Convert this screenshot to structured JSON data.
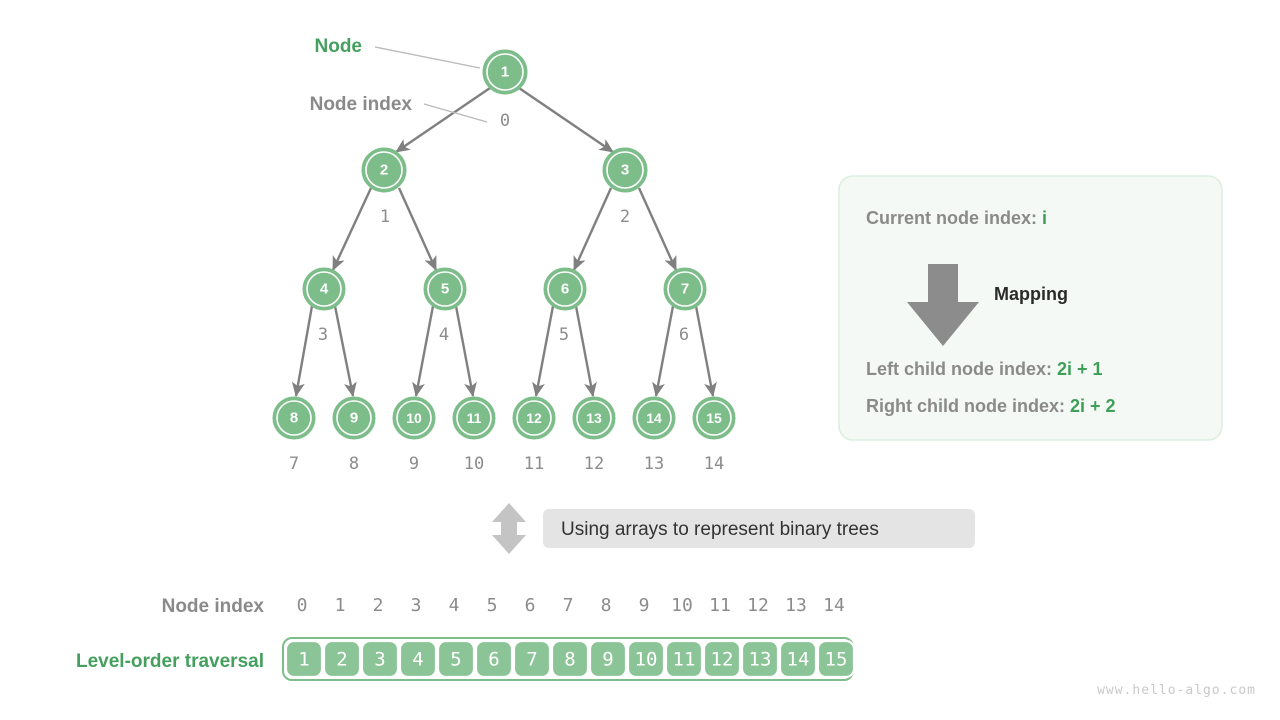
{
  "title": "Using arrays to represent binary trees",
  "colors": {
    "node_green": "#7cbd8a",
    "cell_green": "#8bc497",
    "label_green": "#45a05f",
    "value_green": "#3f9e58",
    "gray_text": "#8a8a8a",
    "edge_gray": "#808080",
    "box_bg": "#f4f9f5",
    "box_border": "#ddeee1",
    "pill_bg": "#e4e4e4",
    "watermark": "#c9c9c9"
  },
  "callouts": {
    "node_label": "Node",
    "node_index_label": "Node index"
  },
  "tree": {
    "levels": [
      {
        "values": [
          "1"
        ],
        "indices": [
          "0"
        ]
      },
      {
        "values": [
          "2",
          "3"
        ],
        "indices": [
          "1",
          "2"
        ]
      },
      {
        "values": [
          "4",
          "5",
          "6",
          "7"
        ],
        "indices": [
          "3",
          "4",
          "5",
          "6"
        ]
      },
      {
        "values": [
          "8",
          "9",
          "10",
          "11",
          "12",
          "13",
          "14",
          "15"
        ],
        "indices": [
          "7",
          "8",
          "9",
          "10",
          "11",
          "12",
          "13",
          "14"
        ]
      }
    ]
  },
  "info_box": {
    "line1_prefix": "Current node index: ",
    "line1_value": "i",
    "mapping_label": "Mapping",
    "arrow_icon": "down-arrow-icon",
    "line2_prefix": "Left child node index: ",
    "line2_value": "2i + 1",
    "line3_prefix": "Right child node index: ",
    "line3_value": "2i + 2"
  },
  "caption": {
    "icon": "up-down-arrow-icon",
    "text": "Using arrays to represent binary trees"
  },
  "array_section": {
    "index_row_label": "Node index",
    "values_row_label": "Level-order traversal",
    "indices": [
      "0",
      "1",
      "2",
      "3",
      "4",
      "5",
      "6",
      "7",
      "8",
      "9",
      "10",
      "11",
      "12",
      "13",
      "14"
    ],
    "values": [
      "1",
      "2",
      "3",
      "4",
      "5",
      "6",
      "7",
      "8",
      "9",
      "10",
      "11",
      "12",
      "13",
      "14",
      "15"
    ]
  },
  "watermark": "www.hello-algo.com"
}
